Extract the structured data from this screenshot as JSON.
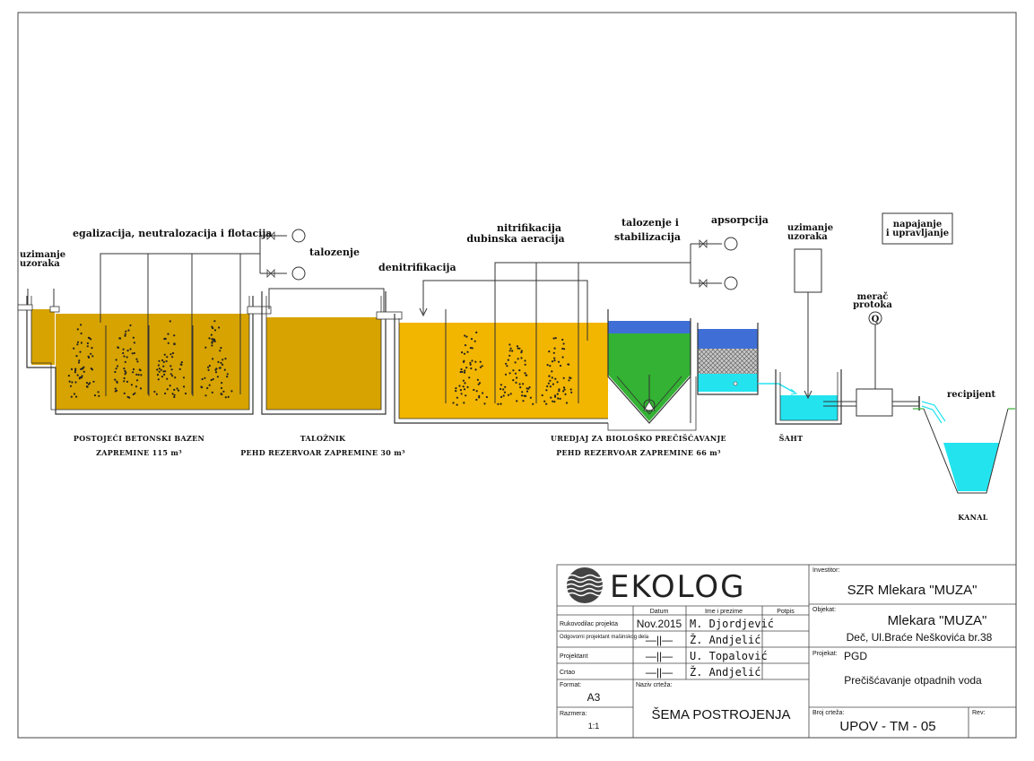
{
  "labels": {
    "uzimanje_uzoraka_left_1": "uzimanje",
    "uzimanje_uzoraka_left_2": "uzoraka",
    "egalizacija": "egalizacija, neutralozacija i flotacija",
    "talozenje": "talozenje",
    "denitrifikacija": "denitrifikacija",
    "nitrifikacija_1": "nitrifikacija",
    "nitrifikacija_2": "dubinska aeracija",
    "talozenje_stab_1": "talozenje i",
    "talozenje_stab_2": "stabilizacija",
    "apsorpcija": "apsorpcija",
    "uzimanje_uzoraka_right_1": "uzimanje",
    "uzimanje_uzoraka_right_2": "uzoraka",
    "napajanje_1": "napajanje",
    "napajanje_2": "i upravljanje",
    "merac_1": "merač",
    "merac_2": "protoka",
    "merac_symbol": "Q",
    "recipijent": "recipijent"
  },
  "captions": {
    "bazen_1": "POSTOJEĆI BETONSKI BAZEN",
    "bazen_2": "ZAPREMINE 115 m³",
    "taloznik_1": "TALOŽNIK",
    "taloznik_2": "PEHD REZERVOAR ZAPREMINE 30 m³",
    "uredjaj_1": "UREDJAJ ZA BIOLOŠKO PREČIŠĆAVANJE",
    "uredjaj_2": "PEHD REZERVOAR ZAPREMINE 66 m³",
    "saht": "ŠAHT",
    "kanal": "KANAL"
  },
  "title_block": {
    "logo": "EKOLOG",
    "investitor_label": "Investitor:",
    "investitor": "SZR Mlekara \"MUZA\"",
    "objekat_label": "Objekat:",
    "objekat_1": "Mlekara \"MUZA\"",
    "objekat_2": "Deč, Ul.Braće Neškovića br.38",
    "projekat_label": "Projekat:",
    "projekat": "PGD",
    "projekat_naziv": "Prečišćavanje otpadnih voda",
    "col_datum": "Datum",
    "col_ime": "Ime i prezime",
    "col_potpis": "Potpis",
    "rows": [
      {
        "role": "Rukovodilac projekta",
        "date": "Nov.2015",
        "name": "M. Djordjević"
      },
      {
        "role": "Odgovorni projektant mašinskog dela",
        "date": "—||—",
        "name": "Ž. Andjelić"
      },
      {
        "role": "Projektant",
        "date": "—||—",
        "name": "U. Topalović"
      },
      {
        "role": "Crtao",
        "date": "—||—",
        "name": "Ž. Andjelić"
      }
    ],
    "format_label": "Format:",
    "format": "A3",
    "naziv_label": "Naziv crteža:",
    "naziv": "ŠEMA POSTROJENJA",
    "razmera_label": "Razmera:",
    "razmera": "1:1",
    "broj_label": "Broj crteža:",
    "broj": "UPOV - TM - 05",
    "rev_label": "Rev:"
  },
  "colors": {
    "tank_fill": "#d7a300",
    "tank_fill_light": "#f2b500",
    "green": "#33b233",
    "blue": "#3f6fd6",
    "cyan": "#23e3ef",
    "line": "#333333"
  }
}
